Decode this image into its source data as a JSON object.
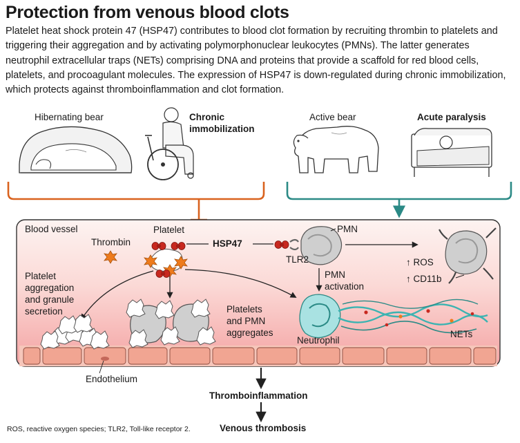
{
  "header": {
    "title": "Protection from venous blood clots",
    "intro": "Platelet heat shock protein 47 (HSP47) contributes to blood clot formation by recruiting thrombin to platelets and triggering their aggregation and by activating polymorphonuclear leukocytes (PMNs).  The latter generates neutrophil extracellular traps (NETs) comprising DNA and proteins that provide a scaffold for red blood cells, platelets, and procoagulant molecules. The expression of HSP47 is down-regulated during chronic immobilization, which protects against thromboinflammation and clot formation."
  },
  "top_panels": {
    "hibernating_bear": "Hibernating bear",
    "chronic_line1": "Chronic",
    "chronic_line2": "immobilization",
    "active_bear": "Active bear",
    "acute_paralysis": "Acute paralysis"
  },
  "vessel": {
    "blood_vessel": "Blood vessel",
    "thrombin": "Thrombin",
    "platelet": "Platelet",
    "hsp47": "HSP47",
    "pmn": "PMN",
    "tlr2": "TLR2",
    "pmn_activation_1": "PMN",
    "pmn_activation_2": "activation",
    "ros": "ROS",
    "cd11b": "CD11b",
    "agg_1": "Platelet",
    "agg_2": "aggregation",
    "agg_3": "and granule",
    "agg_4": "secretion",
    "ppa_1": "Platelets",
    "ppa_2": "and PMN",
    "ppa_3": "aggregates",
    "neutrophil": "Neutrophil",
    "nets": "NETs",
    "endothelium": "Endothelium"
  },
  "outcomes": {
    "thromboinflammation": "Thromboinflammation",
    "venous_thrombosis": "Venous thrombosis"
  },
  "footnote": "ROS, reactive oxygen species; TLR2, Toll-like receptor 2.",
  "colors": {
    "orange_bracket": "#d9621e",
    "teal_bracket": "#2b8a86",
    "vessel_fill_top": "#fdf3f1",
    "vessel_fill_bottom": "#f4a3a3",
    "endothelium": "#f1a592",
    "platelet_red": "#c8281f",
    "thrombin_orange": "#ee7b1c",
    "dna_teal": "#3bb3b1"
  }
}
